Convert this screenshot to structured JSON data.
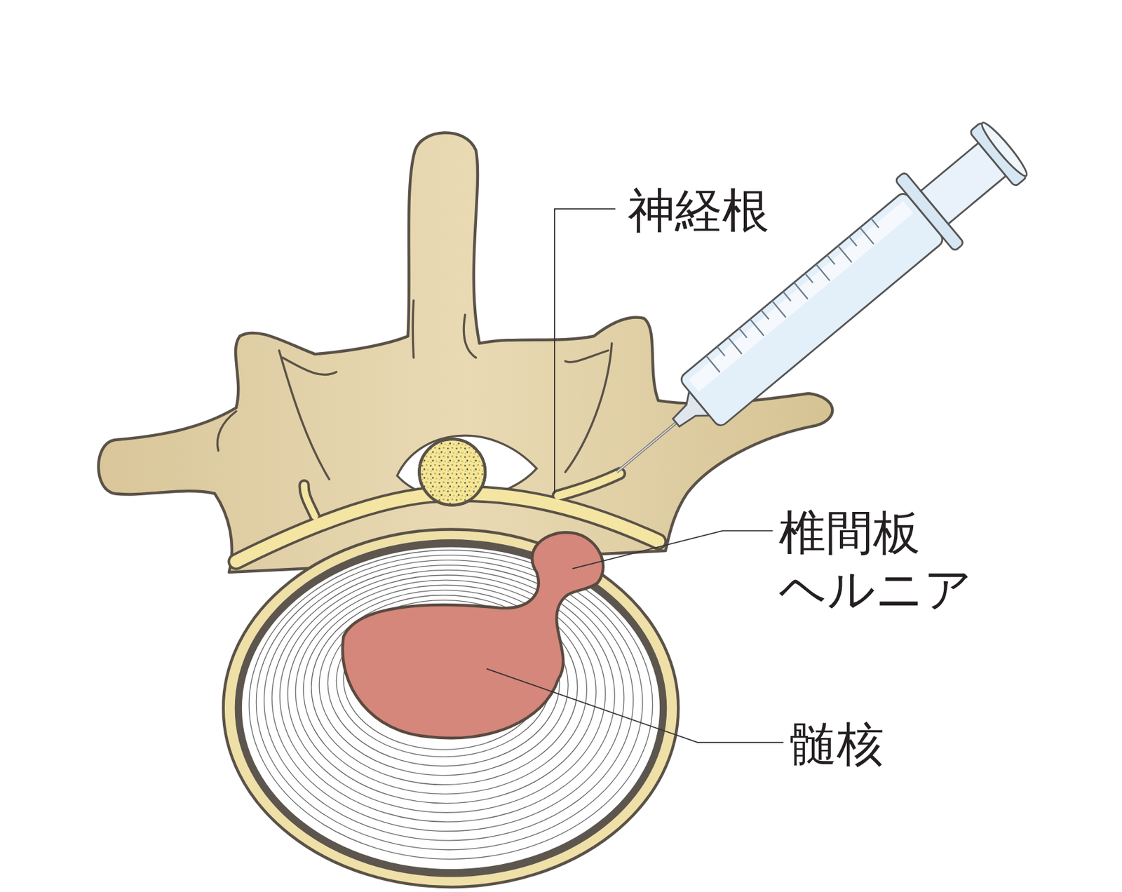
{
  "diagram": {
    "labels": [
      "神経根",
      "椎間板 ヘルニア",
      "髄核"
    ]
  }
}
